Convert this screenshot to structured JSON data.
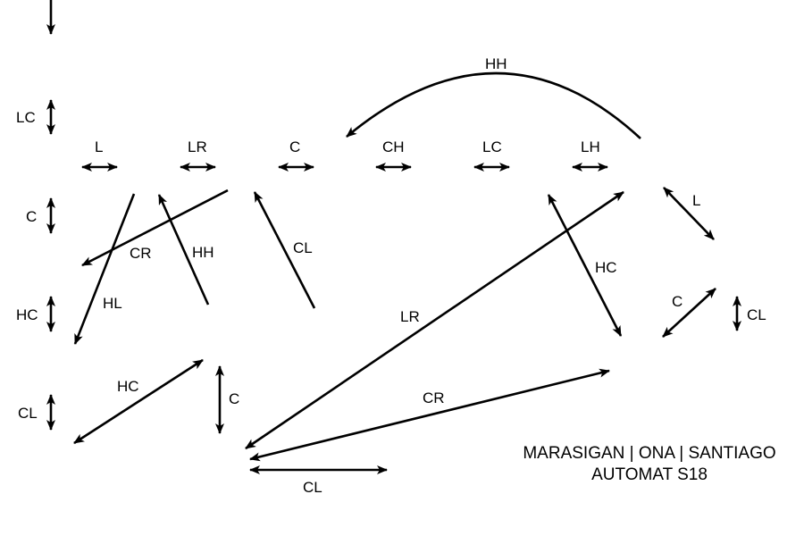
{
  "colors": {
    "ink": "#000000",
    "background": "#ffffff"
  },
  "credits": {
    "names": "MARASIGAN | ONA | SANTIAGO",
    "subtitle": "AUTOMAT S18"
  },
  "legend": [
    {
      "id": "leg-lc",
      "label": "LC"
    },
    {
      "id": "leg-c",
      "label": "C"
    },
    {
      "id": "leg-hc",
      "label": "HC"
    },
    {
      "id": "leg-cl",
      "label": "CL"
    }
  ],
  "top_row": [
    {
      "id": "top-l",
      "label": "L"
    },
    {
      "id": "top-lr",
      "label": "LR"
    },
    {
      "id": "top-c",
      "label": "C"
    },
    {
      "id": "top-ch",
      "label": "CH"
    },
    {
      "id": "top-lc",
      "label": "LC"
    },
    {
      "id": "top-lh",
      "label": "LH"
    }
  ],
  "arrows": [
    {
      "id": "hh-arc",
      "label": "HH"
    },
    {
      "id": "cr-a",
      "label": "CR"
    },
    {
      "id": "hl",
      "label": "HL"
    },
    {
      "id": "hh-b",
      "label": "HH"
    },
    {
      "id": "cl-a",
      "label": "CL"
    },
    {
      "id": "lr",
      "label": "LR"
    },
    {
      "id": "hc-a",
      "label": "HC"
    },
    {
      "id": "l-r",
      "label": "L"
    },
    {
      "id": "c-r",
      "label": "C"
    },
    {
      "id": "cl-r",
      "label": "CL"
    },
    {
      "id": "hc-b",
      "label": "HC"
    },
    {
      "id": "c-v",
      "label": "C"
    },
    {
      "id": "cr-b",
      "label": "CR"
    },
    {
      "id": "cl-b",
      "label": "CL"
    }
  ]
}
